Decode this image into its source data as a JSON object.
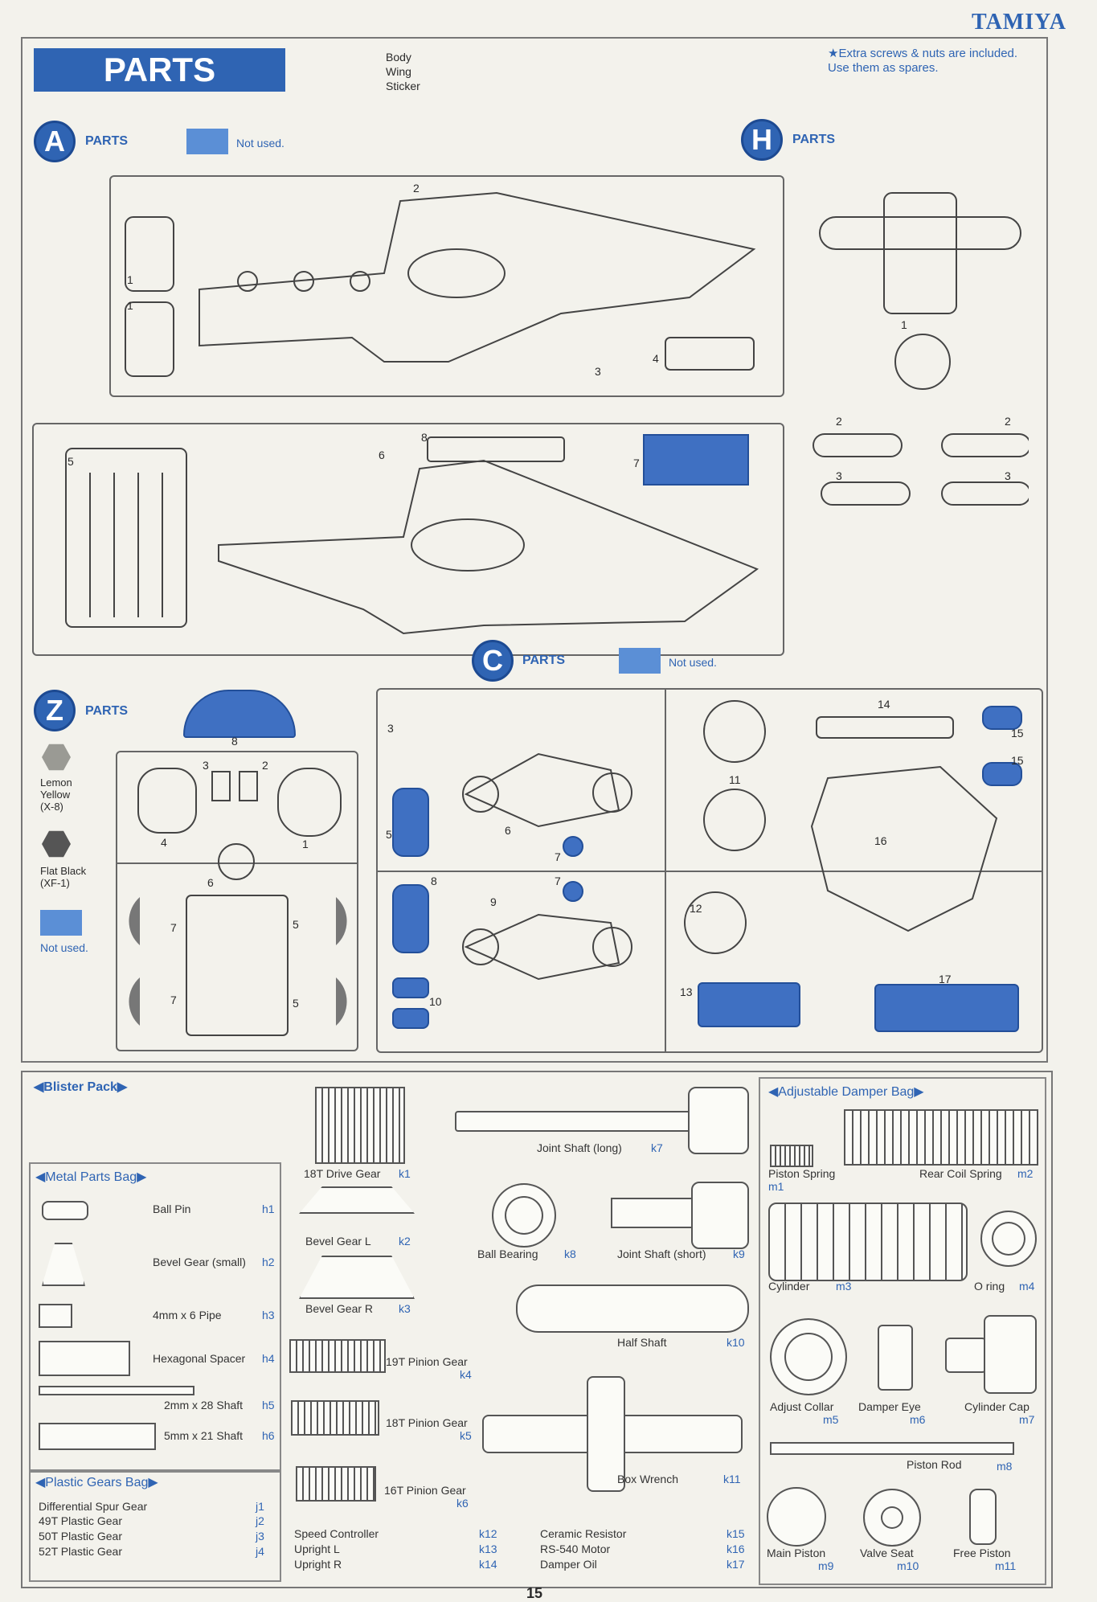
{
  "brand": "TAMIYA",
  "header": {
    "title": "PARTS",
    "list": [
      "Body",
      "Wing",
      "Sticker"
    ],
    "note_line1": "★Extra screws & nuts are included.",
    "note_line2": "Use them as spares."
  },
  "sections": {
    "A": {
      "letter": "A",
      "label": "PARTS",
      "not_used": "Not used."
    },
    "H": {
      "letter": "H",
      "label": "PARTS"
    },
    "C": {
      "letter": "C",
      "label": "PARTS",
      "not_used": "Not used."
    },
    "Z": {
      "letter": "Z",
      "label": "PARTS"
    }
  },
  "paints": {
    "lemon": {
      "name": "Lemon Yellow",
      "code": "(X-8)",
      "line1": "Lemon",
      "line2": "Yellow"
    },
    "black": {
      "name": "Flat Black",
      "code": "(XF-1)"
    },
    "not_used": "Not used."
  },
  "numbers": {
    "a": [
      "1",
      "1",
      "2",
      "3",
      "4",
      "5",
      "6",
      "7",
      "8"
    ],
    "h": [
      "1",
      "2",
      "2",
      "3",
      "3"
    ],
    "z": [
      "8",
      "3",
      "2",
      "4",
      "1",
      "6",
      "7",
      "7",
      "5",
      "5"
    ],
    "c": [
      "3",
      "5",
      "6",
      "7",
      "7",
      "8",
      "9",
      "10",
      "11",
      "12",
      "13",
      "14",
      "15",
      "15",
      "16",
      "17"
    ]
  },
  "blister": {
    "title": "◀Blister Pack▶"
  },
  "metal_bag": {
    "title": "◀Metal Parts Bag▶",
    "items": [
      {
        "name": "Ball Pin",
        "code": "h1"
      },
      {
        "name": "Bevel Gear (small)",
        "code": "h2"
      },
      {
        "name": "4mm x 6 Pipe",
        "code": "h3"
      },
      {
        "name": "Hexagonal Spacer",
        "code": "h4"
      },
      {
        "name": "2mm x 28 Shaft",
        "code": "h5"
      },
      {
        "name": "5mm x 21 Shaft",
        "code": "h6"
      }
    ]
  },
  "plastic_gears": {
    "title": "◀Plastic Gears Bag▶",
    "items": [
      {
        "name": "Differential Spur Gear",
        "code": "j1"
      },
      {
        "name": "49T Plastic Gear",
        "code": "j2"
      },
      {
        "name": "50T Plastic Gear",
        "code": "j3"
      },
      {
        "name": "52T Plastic Gear",
        "code": "j4"
      }
    ]
  },
  "k_items": [
    {
      "name": "18T Drive Gear",
      "code": "k1"
    },
    {
      "name": "Bevel Gear L",
      "code": "k2"
    },
    {
      "name": "Bevel Gear R",
      "code": "k3"
    },
    {
      "name": "19T Pinion Gear",
      "code": "k4"
    },
    {
      "name": "18T Pinion Gear",
      "code": "k5"
    },
    {
      "name": "16T Pinion Gear",
      "code": "k6"
    },
    {
      "name": "Joint Shaft (long)",
      "code": "k7"
    },
    {
      "name": "Ball Bearing",
      "code": "k8"
    },
    {
      "name": "Joint Shaft (short)",
      "code": "k9"
    },
    {
      "name": "Half Shaft",
      "code": "k10"
    },
    {
      "name": "Box Wrench",
      "code": "k11"
    }
  ],
  "k_list_left": [
    {
      "name": "Speed Controller",
      "code": "k12"
    },
    {
      "name": "Upright L",
      "code": "k13"
    },
    {
      "name": "Upright R",
      "code": "k14"
    }
  ],
  "k_list_right": [
    {
      "name": "Ceramic Resistor",
      "code": "k15"
    },
    {
      "name": "RS-540 Motor",
      "code": "k16"
    },
    {
      "name": "Damper Oil",
      "code": "k17"
    }
  ],
  "damper_bag": {
    "title": "◀Adjustable Damper Bag▶",
    "items": [
      {
        "name": "Piston Spring",
        "code": "m1"
      },
      {
        "name": "Rear Coil Spring",
        "code": "m2"
      },
      {
        "name": "Cylinder",
        "code": "m3"
      },
      {
        "name": "O ring",
        "code": "m4"
      },
      {
        "name": "Adjust Collar",
        "code": "m5"
      },
      {
        "name": "Damper Eye",
        "code": "m6"
      },
      {
        "name": "Cylinder Cap",
        "code": "m7"
      },
      {
        "name": "Piston Rod",
        "code": "m8"
      },
      {
        "name": "Main Piston",
        "code": "m9"
      },
      {
        "name": "Valve Seat",
        "code": "m10"
      },
      {
        "name": "Free Piston",
        "code": "m11"
      }
    ]
  },
  "page_number": "15",
  "colors": {
    "accent": "#2f64b3",
    "part_fill": "#3f70c2"
  }
}
